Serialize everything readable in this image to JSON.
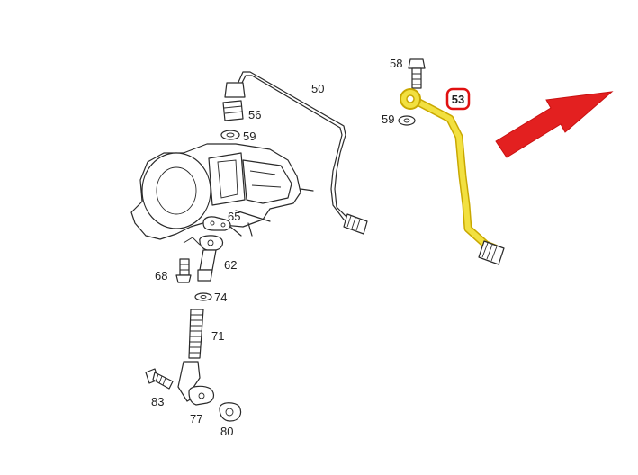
{
  "diagram": {
    "part_labels": {
      "p50": "50",
      "p53": "53",
      "p56": "56",
      "p58": "58",
      "p59a": "59",
      "p59b": "59",
      "p62": "62",
      "p65": "65",
      "p68": "68",
      "p71": "71",
      "p74": "74",
      "p77": "77",
      "p80": "80",
      "p83": "83"
    },
    "highlighted_part": "53",
    "colors": {
      "highlight_fill": "#f2e040",
      "highlight_stroke": "#c9a800",
      "callout_border": "#e01010",
      "arrow": "#e32020",
      "line_art": "#2a2a2a"
    }
  }
}
